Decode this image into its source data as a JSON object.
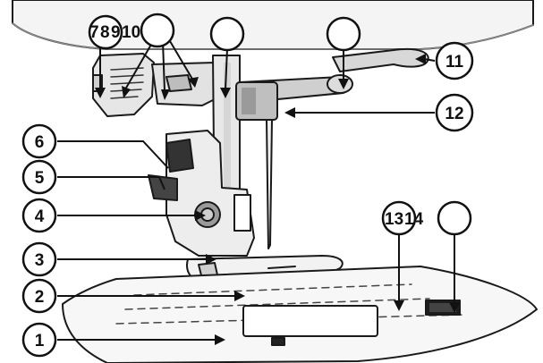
{
  "callouts": {
    "c1": "1",
    "c2": "2",
    "c3": "3",
    "c4": "4",
    "c5": "5",
    "c6": "6",
    "c7": "7",
    "c8": "8",
    "c9": "9",
    "c10": "10",
    "c11": "11",
    "c12": "12",
    "c13": "13",
    "c14": "14"
  },
  "colors": {
    "outline": "#1a1a1a",
    "machine_body": "#f2f2f2",
    "shade": "#cfcfcf",
    "dark": "#222222"
  }
}
